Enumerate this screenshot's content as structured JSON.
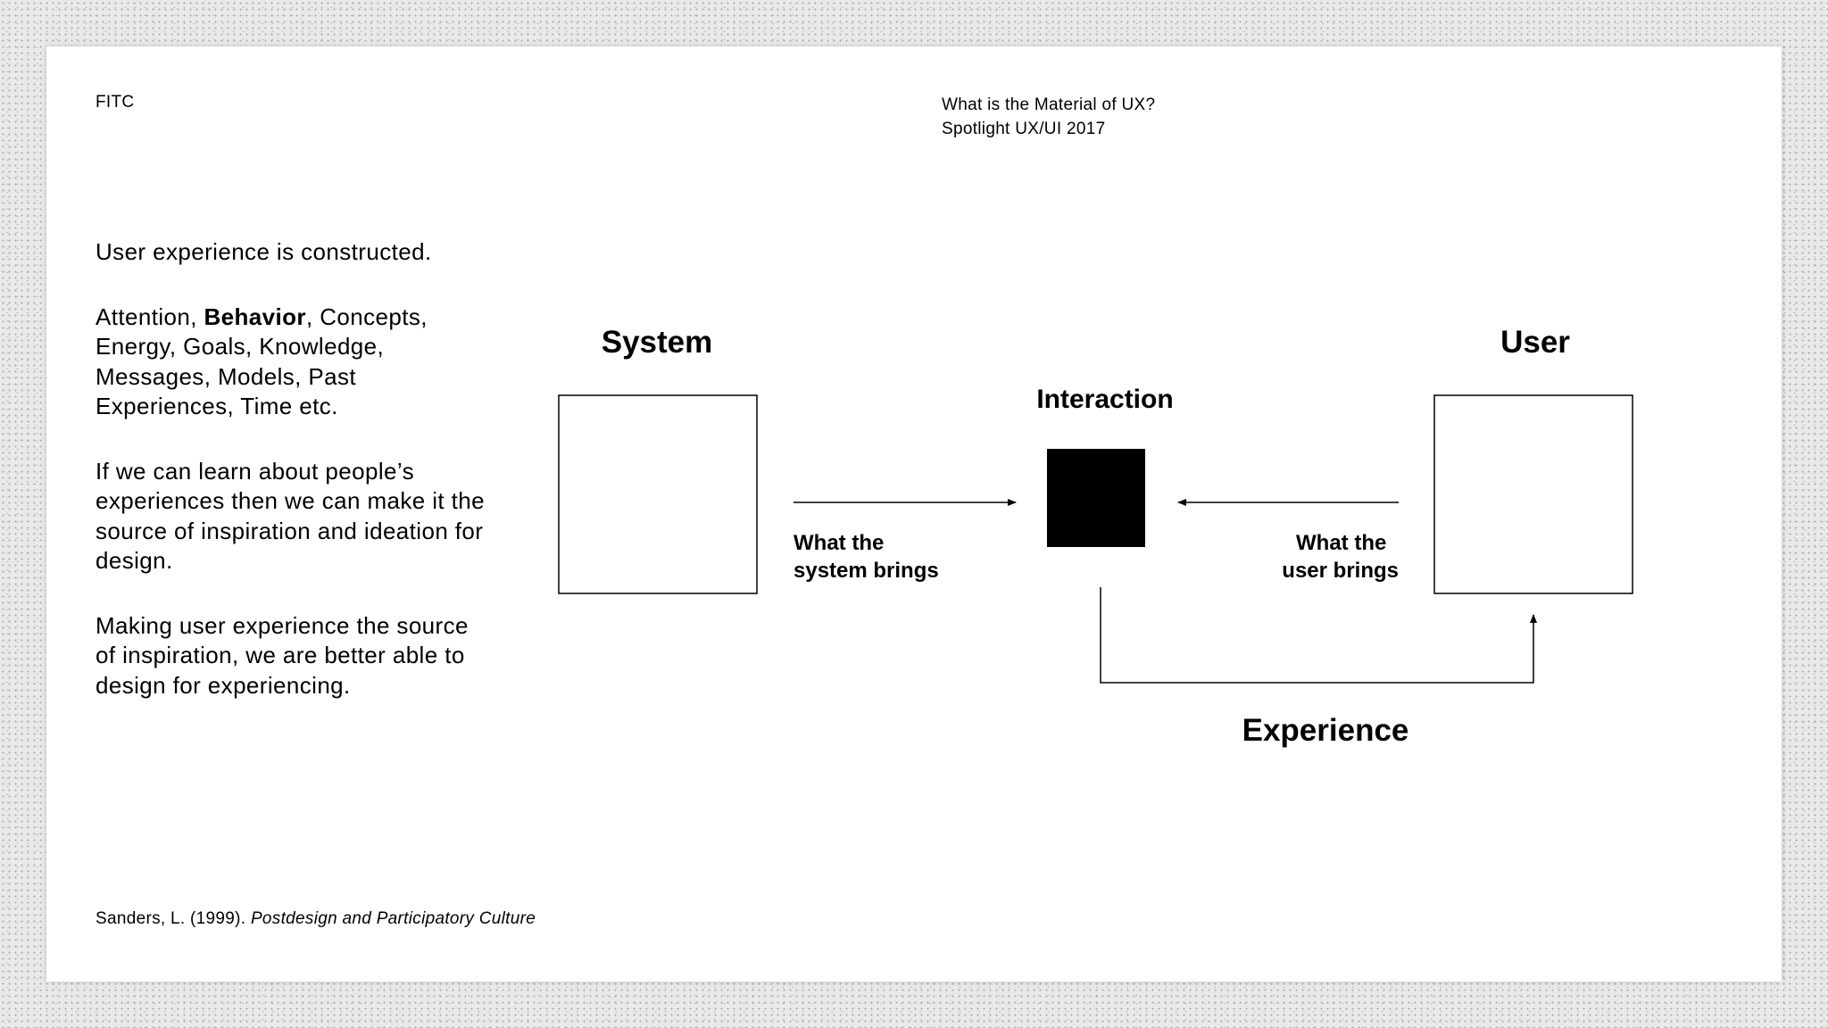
{
  "header": {
    "brand": "FITC",
    "talk_title": "What is the Material of UX?",
    "event": "Spotlight UX/UI 2017"
  },
  "body": {
    "p1": "User experience is constructed.",
    "p2_start": "Attention, ",
    "p2_bold": "Behavior",
    "p2_rest": ", Concepts, Energy, Goals, Knowledge, Messages, Models, Past Experiences, Time etc.",
    "p3": "If we can learn about people’s experiences then we can make it the source of inspiration and ideation for design.",
    "p4": "Making user experience the source of inspiration, we are better able to design for experiencing."
  },
  "diagram": {
    "system_label": "System",
    "user_label": "User",
    "interaction_label": "Interaction",
    "system_brings_line1": "What the",
    "system_brings_line2": "system brings",
    "user_brings_line1": "What the",
    "user_brings_line2": "user brings",
    "experience_label": "Experience"
  },
  "citation": {
    "author": "Sanders, L. (1999). ",
    "work": "Postdesign and Participatory Culture"
  }
}
